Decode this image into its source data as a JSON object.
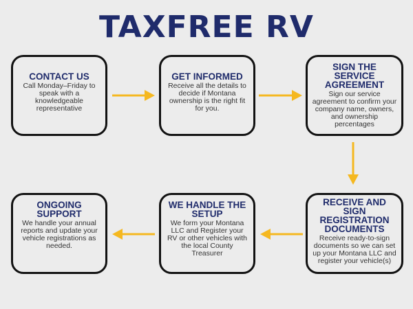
{
  "title": "TAXFREE RV",
  "colors": {
    "title": "#1f2b6b",
    "arrow": "#f5b820",
    "border": "#111111",
    "background": "#ececec"
  },
  "steps": [
    {
      "title": "CONTACT US",
      "body": "Call Monday–Friday to speak with a knowledgeable representative"
    },
    {
      "title": "GET INFORMED",
      "body": "Receive all the details to decide if Montana ownership is the right fit for you."
    },
    {
      "title": "SIGN THE SERVICE AGREEMENT",
      "body": "Sign our service agreement to confirm your company name, owners, and ownership percentages"
    },
    {
      "title": "RECEIVE AND SIGN REGISTRATION DOCUMENTS",
      "body": "Receive ready-to-sign documents so we can set up your Montana LLC and register your vehicle(s)"
    },
    {
      "title": "WE HANDLE THE SETUP",
      "body": "We form your Montana LLC and Register your RV or other vehicles with the local County Treasurer"
    },
    {
      "title": "ONGOING SUPPORT",
      "body": "We handle your annual reports and update your vehicle registrations as needed."
    }
  ]
}
